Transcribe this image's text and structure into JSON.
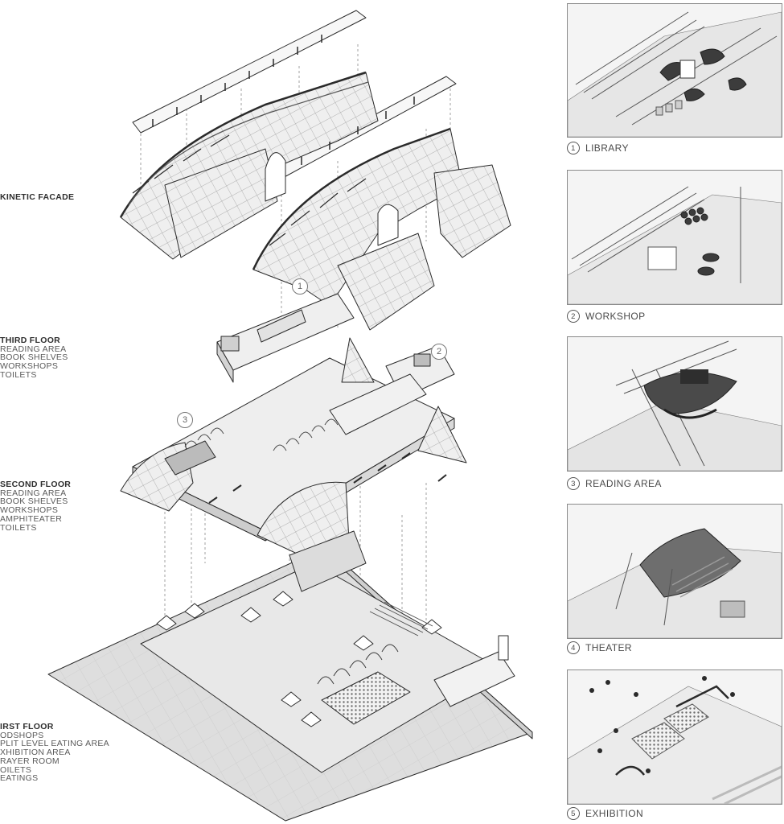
{
  "floors": [
    {
      "heading": "KINETIC FACADE",
      "items": []
    },
    {
      "heading": "THIRD FLOOR",
      "items": [
        "READING AREA",
        "BOOK SHELVES",
        "WORKSHOPS",
        "TOILETS"
      ]
    },
    {
      "heading": "SECOND FLOOR",
      "items": [
        "READING AREA",
        "BOOK SHELVES",
        "WORKSHOPS",
        "AMPHITEATER",
        "TOILETS"
      ]
    },
    {
      "heading": "IRST FLOOR",
      "items": [
        "ODSHOPS",
        "PLIT LEVEL EATING AREA",
        "XHIBITION AREA",
        "RAYER ROOM",
        "OILETS",
        "EATINGS"
      ]
    }
  ],
  "callouts": [
    "1",
    "2",
    "3"
  ],
  "panels": [
    {
      "number": "1",
      "label": "LIBRARY"
    },
    {
      "number": "2",
      "label": "WORKSHOP"
    },
    {
      "number": "3",
      "label": "READING AREA"
    },
    {
      "number": "4",
      "label": "THEATER"
    },
    {
      "number": "5",
      "label": "EXHIBITION"
    }
  ],
  "colors": {
    "line": "#2a2a2a",
    "fill_light": "#ececec",
    "fill_mid": "#c8c8c8",
    "fill_dark": "#3c3c3c",
    "site": "#dcdcdc"
  }
}
